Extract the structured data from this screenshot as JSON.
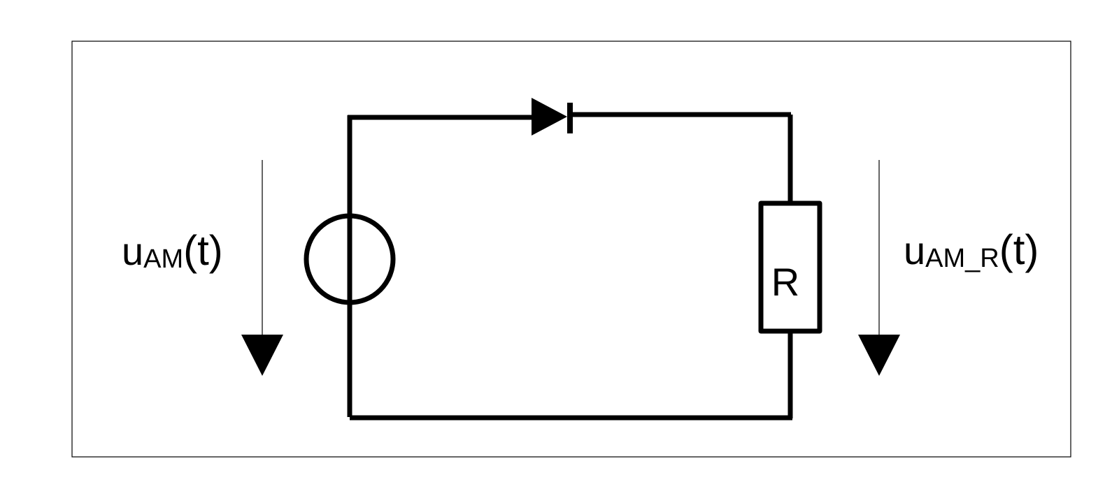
{
  "diagram": {
    "left_voltage": {
      "main": "u",
      "sub": "AM",
      "arg": "(t)"
    },
    "right_voltage": {
      "main": "u",
      "sub": "AM_R",
      "arg": "(t)"
    },
    "resistor_label": "R"
  },
  "colors": {
    "stroke": "#000000",
    "background": "#ffffff"
  }
}
